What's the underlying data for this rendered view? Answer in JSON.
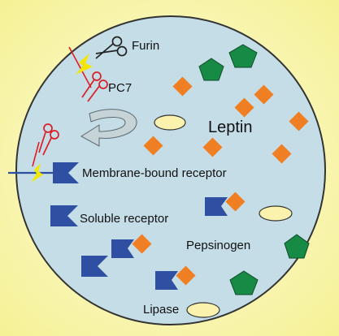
{
  "labels": {
    "furin": "Furin",
    "pc7": "PC7",
    "leptin": "Leptin",
    "membrane_receptor": "Membrane-bound receptor",
    "soluble_receptor": "Soluble receptor",
    "pepsinogen": "Pepsinogen",
    "lipase": "Lipase"
  },
  "colors": {
    "frame_outer": "#f7f5a8",
    "frame_inner": "#fdfbd8",
    "cell_fill": "#c5dde7",
    "cell_border": "#333333",
    "receptor": "#2f4fa2",
    "leptin": "#ef7f22",
    "pentagon": "#178a45",
    "ellipse": "#fbf3ad",
    "membrane_line": "#2e4ea1",
    "cut_line": "#e01d24",
    "cut_mark": "#f3e600",
    "scissors_furin": "#222222",
    "scissors_pc7": "#d91e26",
    "arrow_fill": "#c6d4d8"
  },
  "icons": [
    "scissors-icon",
    "lightning-icon",
    "curved-arrow-icon"
  ]
}
